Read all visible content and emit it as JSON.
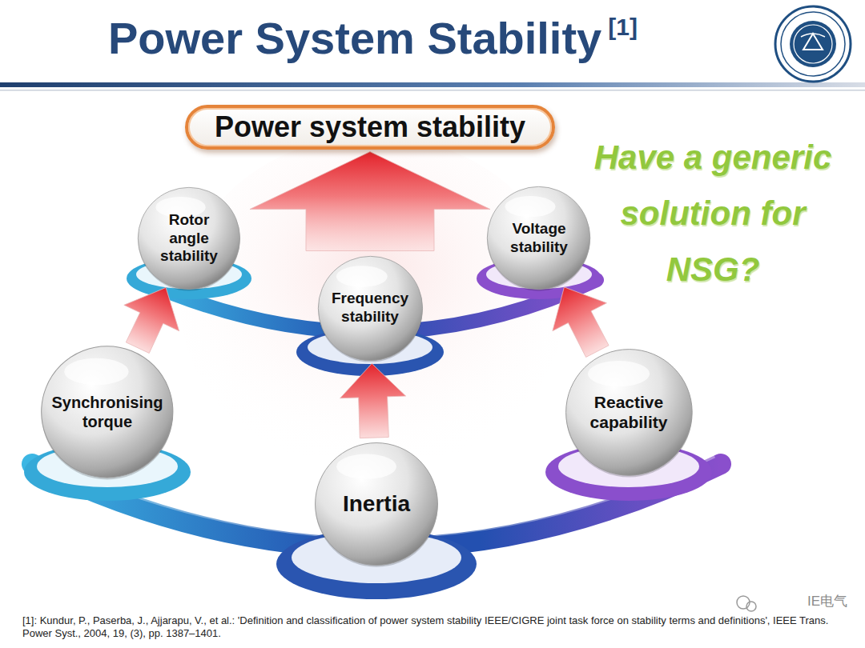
{
  "diagram": {
    "title": "Power System Stability",
    "nodes": [
      {
        "text": [
          "Power system stability"
        ]
      },
      {
        "text": [
          "Rotor angle stability"
        ]
      },
      {
        "text": [
          "Frequency stability"
        ]
      },
      {
        "text": [
          "Voltage stability"
        ]
      },
      {
        "text": [
          "Synchronising torque"
        ]
      },
      {
        "text": [
          "Inertia"
        ]
      },
      {
        "text": [
          "Reactive capability"
        ]
      }
    ],
    "edges": [
      {
        "from": 4,
        "to": 1,
        "arrow": "to"
      },
      {
        "from": 5,
        "to": 2,
        "arrow": "to"
      },
      {
        "from": 6,
        "to": 3,
        "arrow": "to"
      },
      {
        "from": 2,
        "to": 0,
        "arrow": "to"
      }
    ],
    "labels": [
      "[1]",
      "Have a generic solution for NSG?",
      "[1]: Kundur, P., Paserba, J., Ajjarapu, V., et al.: 'Definition and classification of power system stability IEEE/CIGRE joint task force on stability terms and definitions', IEEE Trans. Power Syst., 2004, 19, (3), pp. 1387–1401.",
      "IE电气"
    ]
  }
}
